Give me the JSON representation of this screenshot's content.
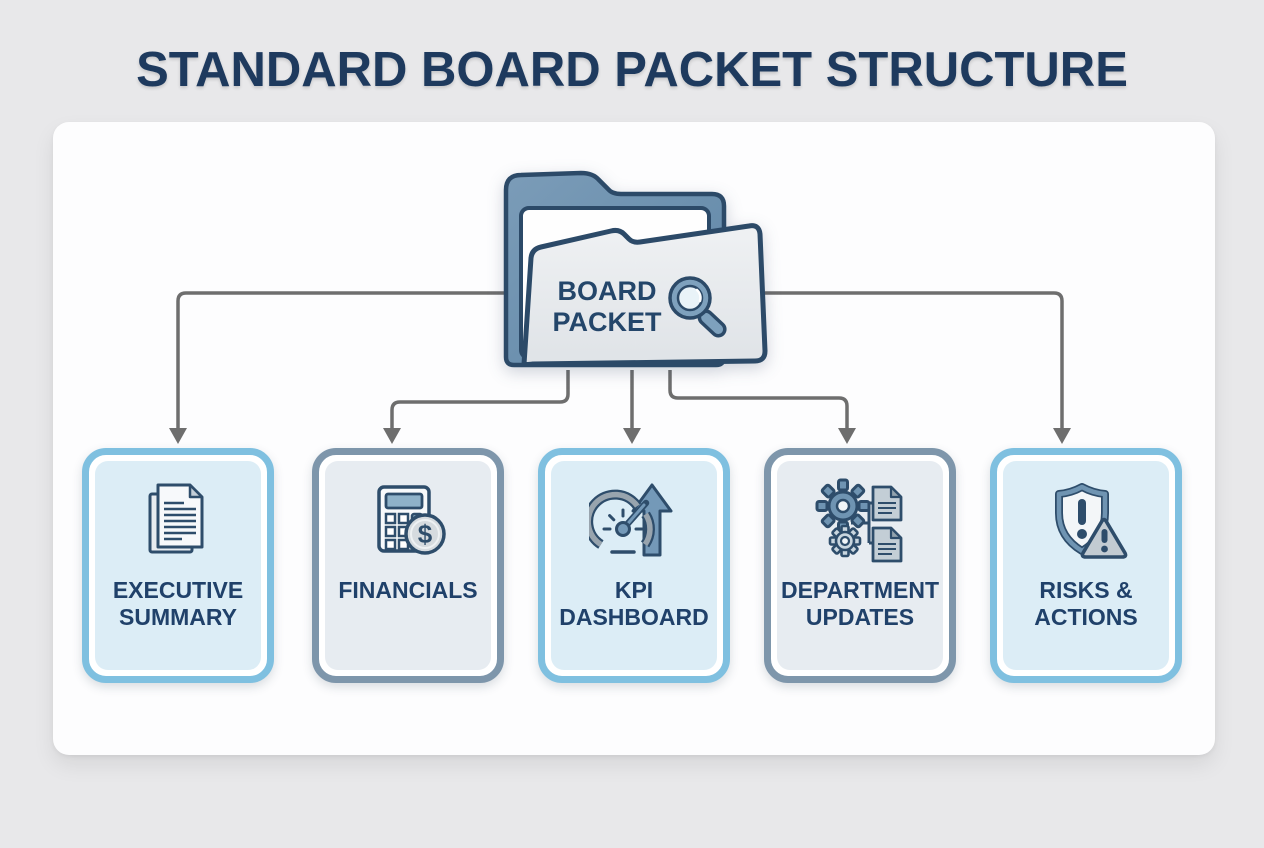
{
  "title": "STANDARD BOARD PACKET STRUCTURE",
  "folder": {
    "line1": "BOARD",
    "line2": "PACKET",
    "icon": "magnifier-icon"
  },
  "sections": [
    {
      "line1": "EXECUTIVE",
      "line2": "SUMMARY",
      "icon": "documents-icon",
      "style": "sky"
    },
    {
      "line1": "FINANCIALS",
      "line2": "",
      "icon": "calculator-dollar-icon",
      "style": "steel"
    },
    {
      "line1": "KPI",
      "line2": "DASHBOARD",
      "icon": "gauge-arrow-icon",
      "style": "sky"
    },
    {
      "line1": "DEPARTMENT",
      "line2": "UPDATES",
      "icon": "gears-documents-icon",
      "style": "steel"
    },
    {
      "line1": "RISKS &",
      "line2": "ACTIONS",
      "icon": "shield-warning-icon",
      "style": "sky"
    }
  ],
  "colors": {
    "background": "#e8e8ea",
    "panel": "#fdfdfe",
    "title_navy": "#1e3a5e",
    "outline_navy": "#2e4d6b",
    "steel_blue": "#6f94b2",
    "sky_border": "#7fc0e0",
    "steel_border": "#7e96ab",
    "sky_fill": "#dcedf6",
    "steel_fill": "#e7ecf1",
    "connector_gray": "#6e6e6e"
  }
}
